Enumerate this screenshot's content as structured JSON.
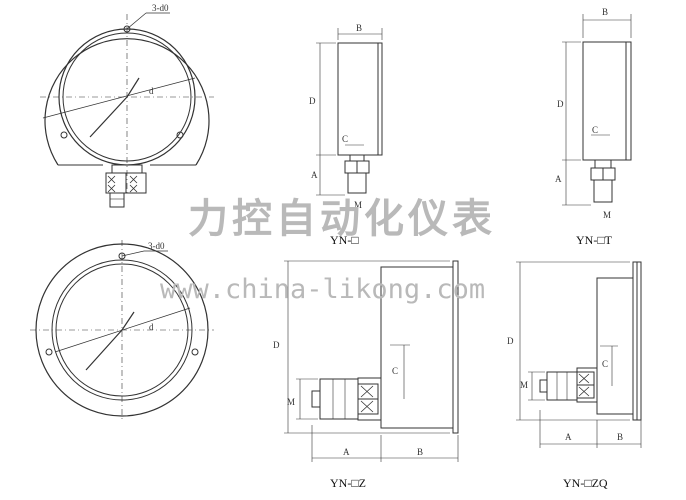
{
  "watermark": {
    "company_cn": "力控自动化仪表",
    "website": "www.china-likong.com"
  },
  "front_views": [
    {
      "holes_label": "3-d0",
      "diameter_label": "d"
    },
    {
      "holes_label": "3-d0",
      "diameter_label": "d"
    }
  ],
  "side_views": [
    {
      "caption": "YN-□",
      "labels": {
        "B": "B",
        "D": "D",
        "C": "C",
        "A": "A",
        "M": "M"
      }
    },
    {
      "caption": "YN-□T",
      "labels": {
        "B": "B",
        "D": "D",
        "C": "C",
        "A": "A",
        "M": "M"
      }
    },
    {
      "caption": "YN-□Z",
      "labels": {
        "D": "D",
        "C": "C",
        "M": "M",
        "A": "A",
        "B": "B"
      }
    },
    {
      "caption": "YN-□ZQ",
      "labels": {
        "D": "D",
        "C": "C",
        "M": "M",
        "A": "A",
        "B": "B"
      }
    }
  ],
  "colors": {
    "line": "#333333",
    "watermark": "#b9b9b9"
  }
}
